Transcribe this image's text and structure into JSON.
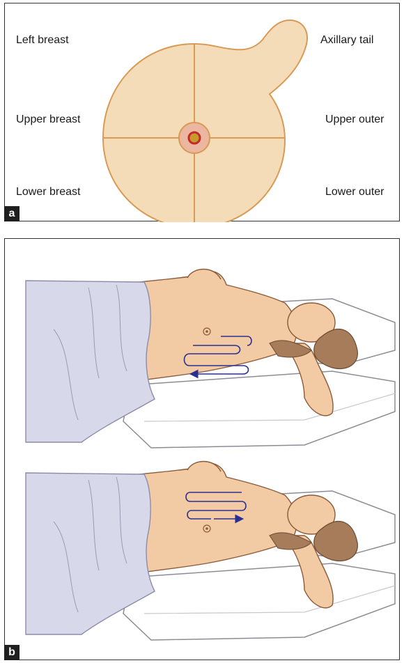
{
  "panel_a": {
    "letter": "a",
    "labels": {
      "top_left": "Left breast",
      "mid_left": "Upper breast",
      "bottom_left": "Lower breast",
      "top_right": "Axillary tail",
      "mid_right": "Upper outer",
      "bottom_right": "Lower outer"
    }
  },
  "panel_b": {
    "letter": "b"
  },
  "colors": {
    "breast_fill": "#f5dcb9",
    "breast_outline": "#d89a55",
    "areola": "#ecb7a0",
    "nipple": "#c42a2a",
    "skin": "#f2caa3",
    "sheet": "#d7d8ea",
    "arrow": "#2b2f8f"
  }
}
